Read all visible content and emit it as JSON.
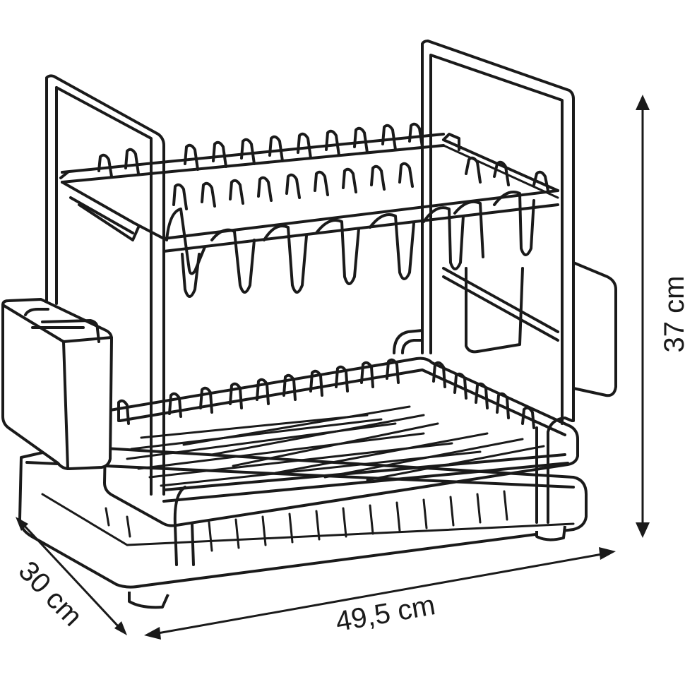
{
  "diagram": {
    "subject": "two-tier dish drying rack with cutlery holder and drip tray",
    "dimensions": {
      "height": "37 cm",
      "width": "49,5 cm",
      "depth": "30 cm"
    },
    "colors": {
      "line": "#1a1a1a",
      "background": "#ffffff"
    }
  }
}
